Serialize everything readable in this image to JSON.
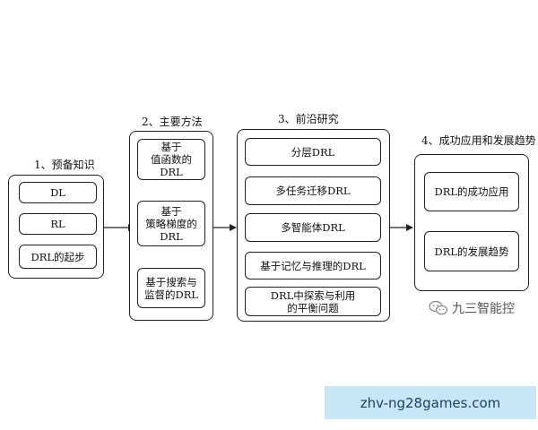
{
  "stages": {
    "s1": {
      "caption": "1、预备知识",
      "items": [
        "DL",
        "RL",
        "DRL的起步"
      ]
    },
    "s2": {
      "caption": "2、主要方法",
      "items": [
        [
          "基于",
          "值函数的",
          "DRL"
        ],
        [
          "基于",
          "策略梯度的",
          "DRL"
        ],
        [
          "基于搜索与",
          "监督的DRL"
        ]
      ]
    },
    "s3": {
      "caption": "3、前沿研究",
      "items": [
        [
          "分层DRL"
        ],
        [
          "多任务迁移DRL"
        ],
        [
          "多智能体DRL"
        ],
        [
          "基于记忆与推理的DRL"
        ],
        [
          "DRL中探索与利用",
          "的平衡问题"
        ]
      ]
    },
    "s4": {
      "caption": "4、成功应用和发展趋势",
      "items": [
        "DRL的成功应用",
        "DRL的发展趋势"
      ]
    }
  },
  "watermark": {
    "text": "九三智能控",
    "icon": "wechat-icon"
  },
  "banner": {
    "text": "zhv-ng28games.com"
  },
  "colors": {
    "line": "#222222",
    "banner_bg": "#c9e6f7",
    "banner_text": "#1a3f6b"
  }
}
